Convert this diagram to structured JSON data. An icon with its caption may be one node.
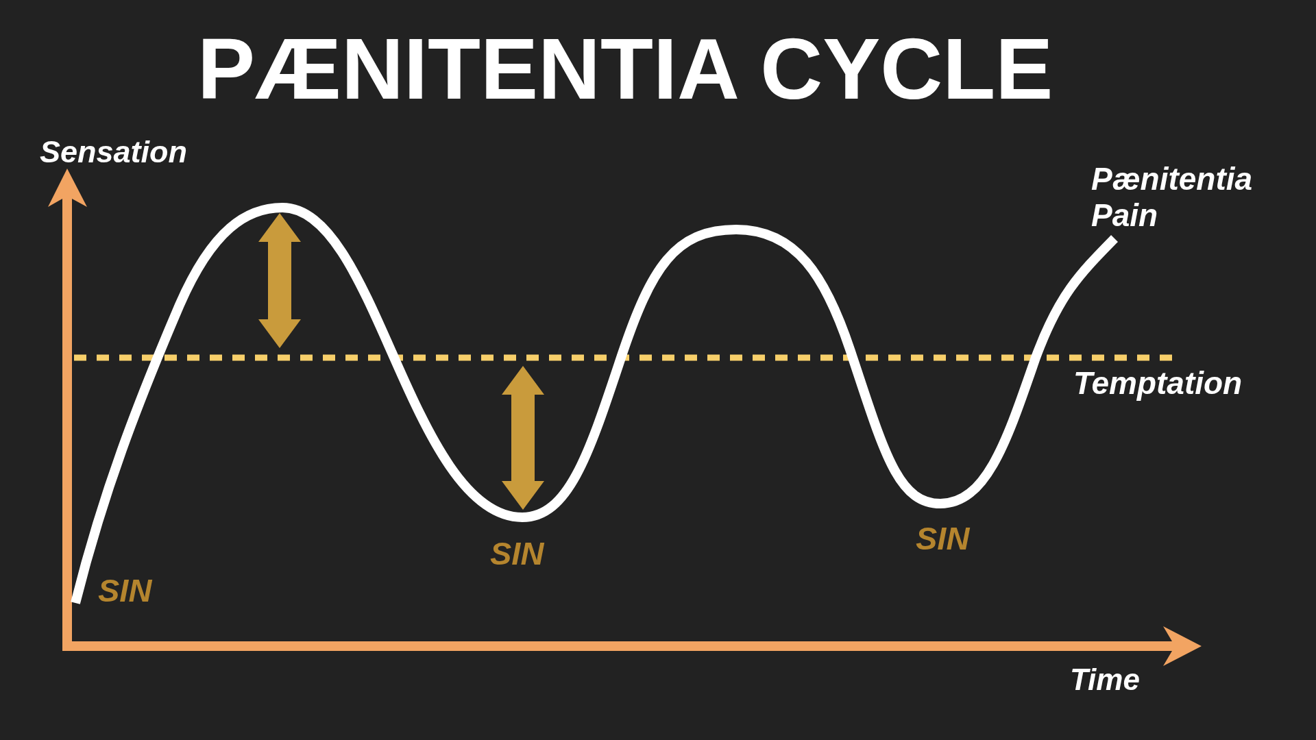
{
  "diagram": {
    "title": "PÆNITENTIA CYCLE",
    "labels": [
      "Sensation",
      "Pænitentia Pain",
      "Temptation",
      "SIN",
      "SIN",
      "SIN",
      "Time"
    ]
  }
}
